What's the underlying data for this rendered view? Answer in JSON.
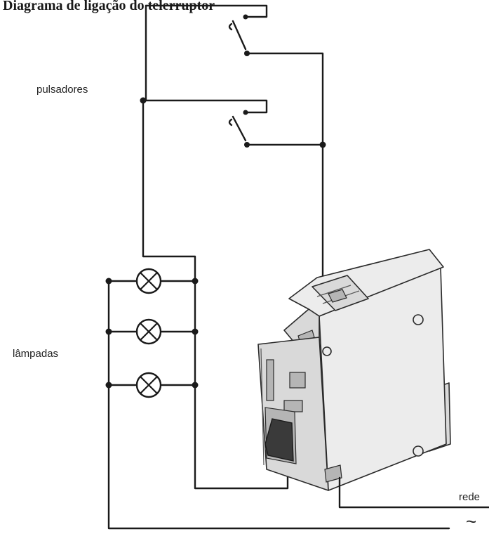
{
  "caption": "Diagrama de ligação do telerruptor",
  "labels": {
    "pushbuttons": "pulsadores",
    "lamps": "lâmpadas",
    "mains": "rede",
    "ac_symbol": "~"
  },
  "colors": {
    "wire": "#1a1a1a",
    "device_body": "#ececec",
    "background": "#ffffff"
  },
  "components": {
    "pushbutton_count": 2,
    "lamp_count": 3,
    "device_type": "telerruptor"
  }
}
